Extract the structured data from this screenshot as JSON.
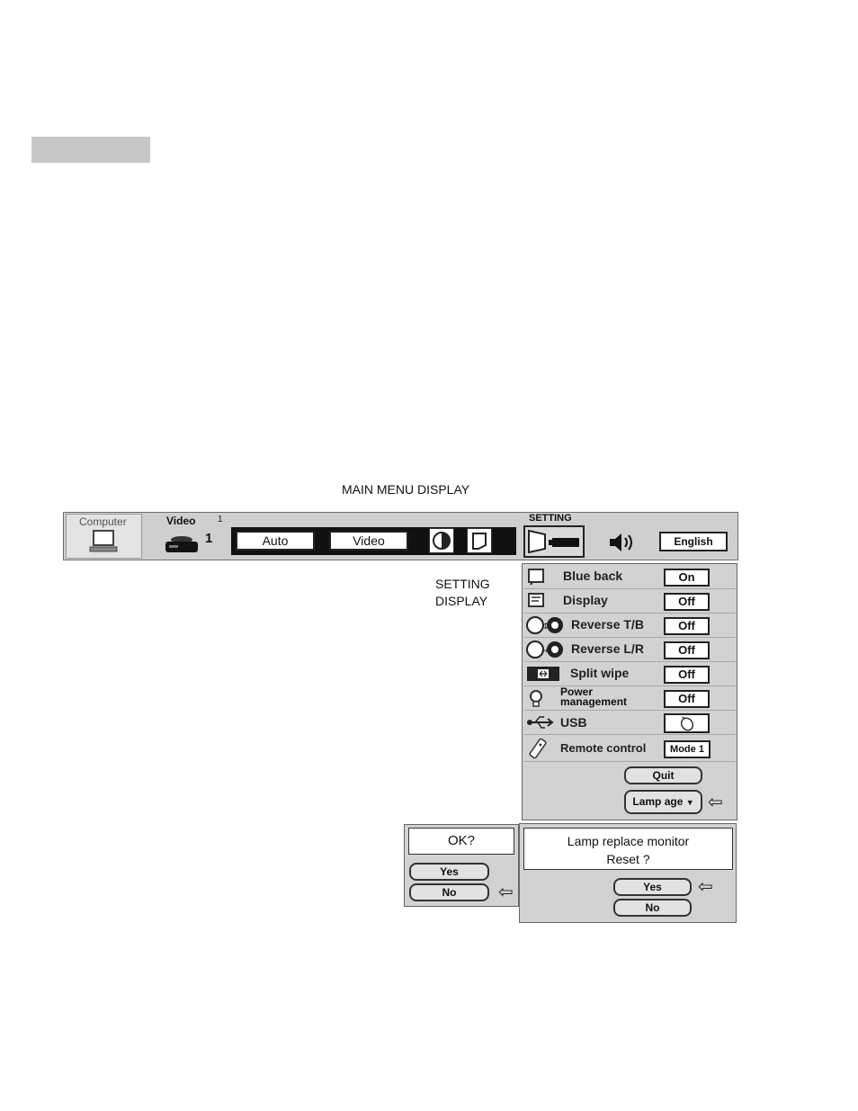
{
  "title": "MAIN MENU DISPLAY",
  "setting_caption": {
    "line1": "SETTING",
    "line2": "DISPLAY"
  },
  "menubar": {
    "computer_label": "Computer",
    "video_label": "Video",
    "input_number": "1",
    "input_tick": "1",
    "auto_label": "Auto",
    "video_mode_label": "Video",
    "setting_label": "SETTING",
    "language": "English"
  },
  "settings": {
    "blue_back": {
      "label": "Blue back",
      "value": "On"
    },
    "display": {
      "label": "Display",
      "value": "Off"
    },
    "reverse_tb": {
      "label": "Reverse T/B",
      "value": "Off"
    },
    "reverse_lr": {
      "label": "Reverse L/R",
      "value": "Off"
    },
    "split_wipe": {
      "label": "Split wipe",
      "value": "Off"
    },
    "power_management": {
      "label_line1": "Power",
      "label_line2": "management",
      "value": "Off"
    },
    "usb": {
      "label": "USB"
    },
    "remote_control": {
      "label": "Remote control",
      "value": "Mode 1"
    },
    "quit_label": "Quit",
    "lamp_age_label": "Lamp age"
  },
  "ok_dialog": {
    "prompt": "OK?",
    "yes": "Yes",
    "no": "No"
  },
  "lamp_dialog": {
    "line1": "Lamp replace monitor",
    "line2": "Reset ?",
    "yes": "Yes",
    "no": "No"
  }
}
